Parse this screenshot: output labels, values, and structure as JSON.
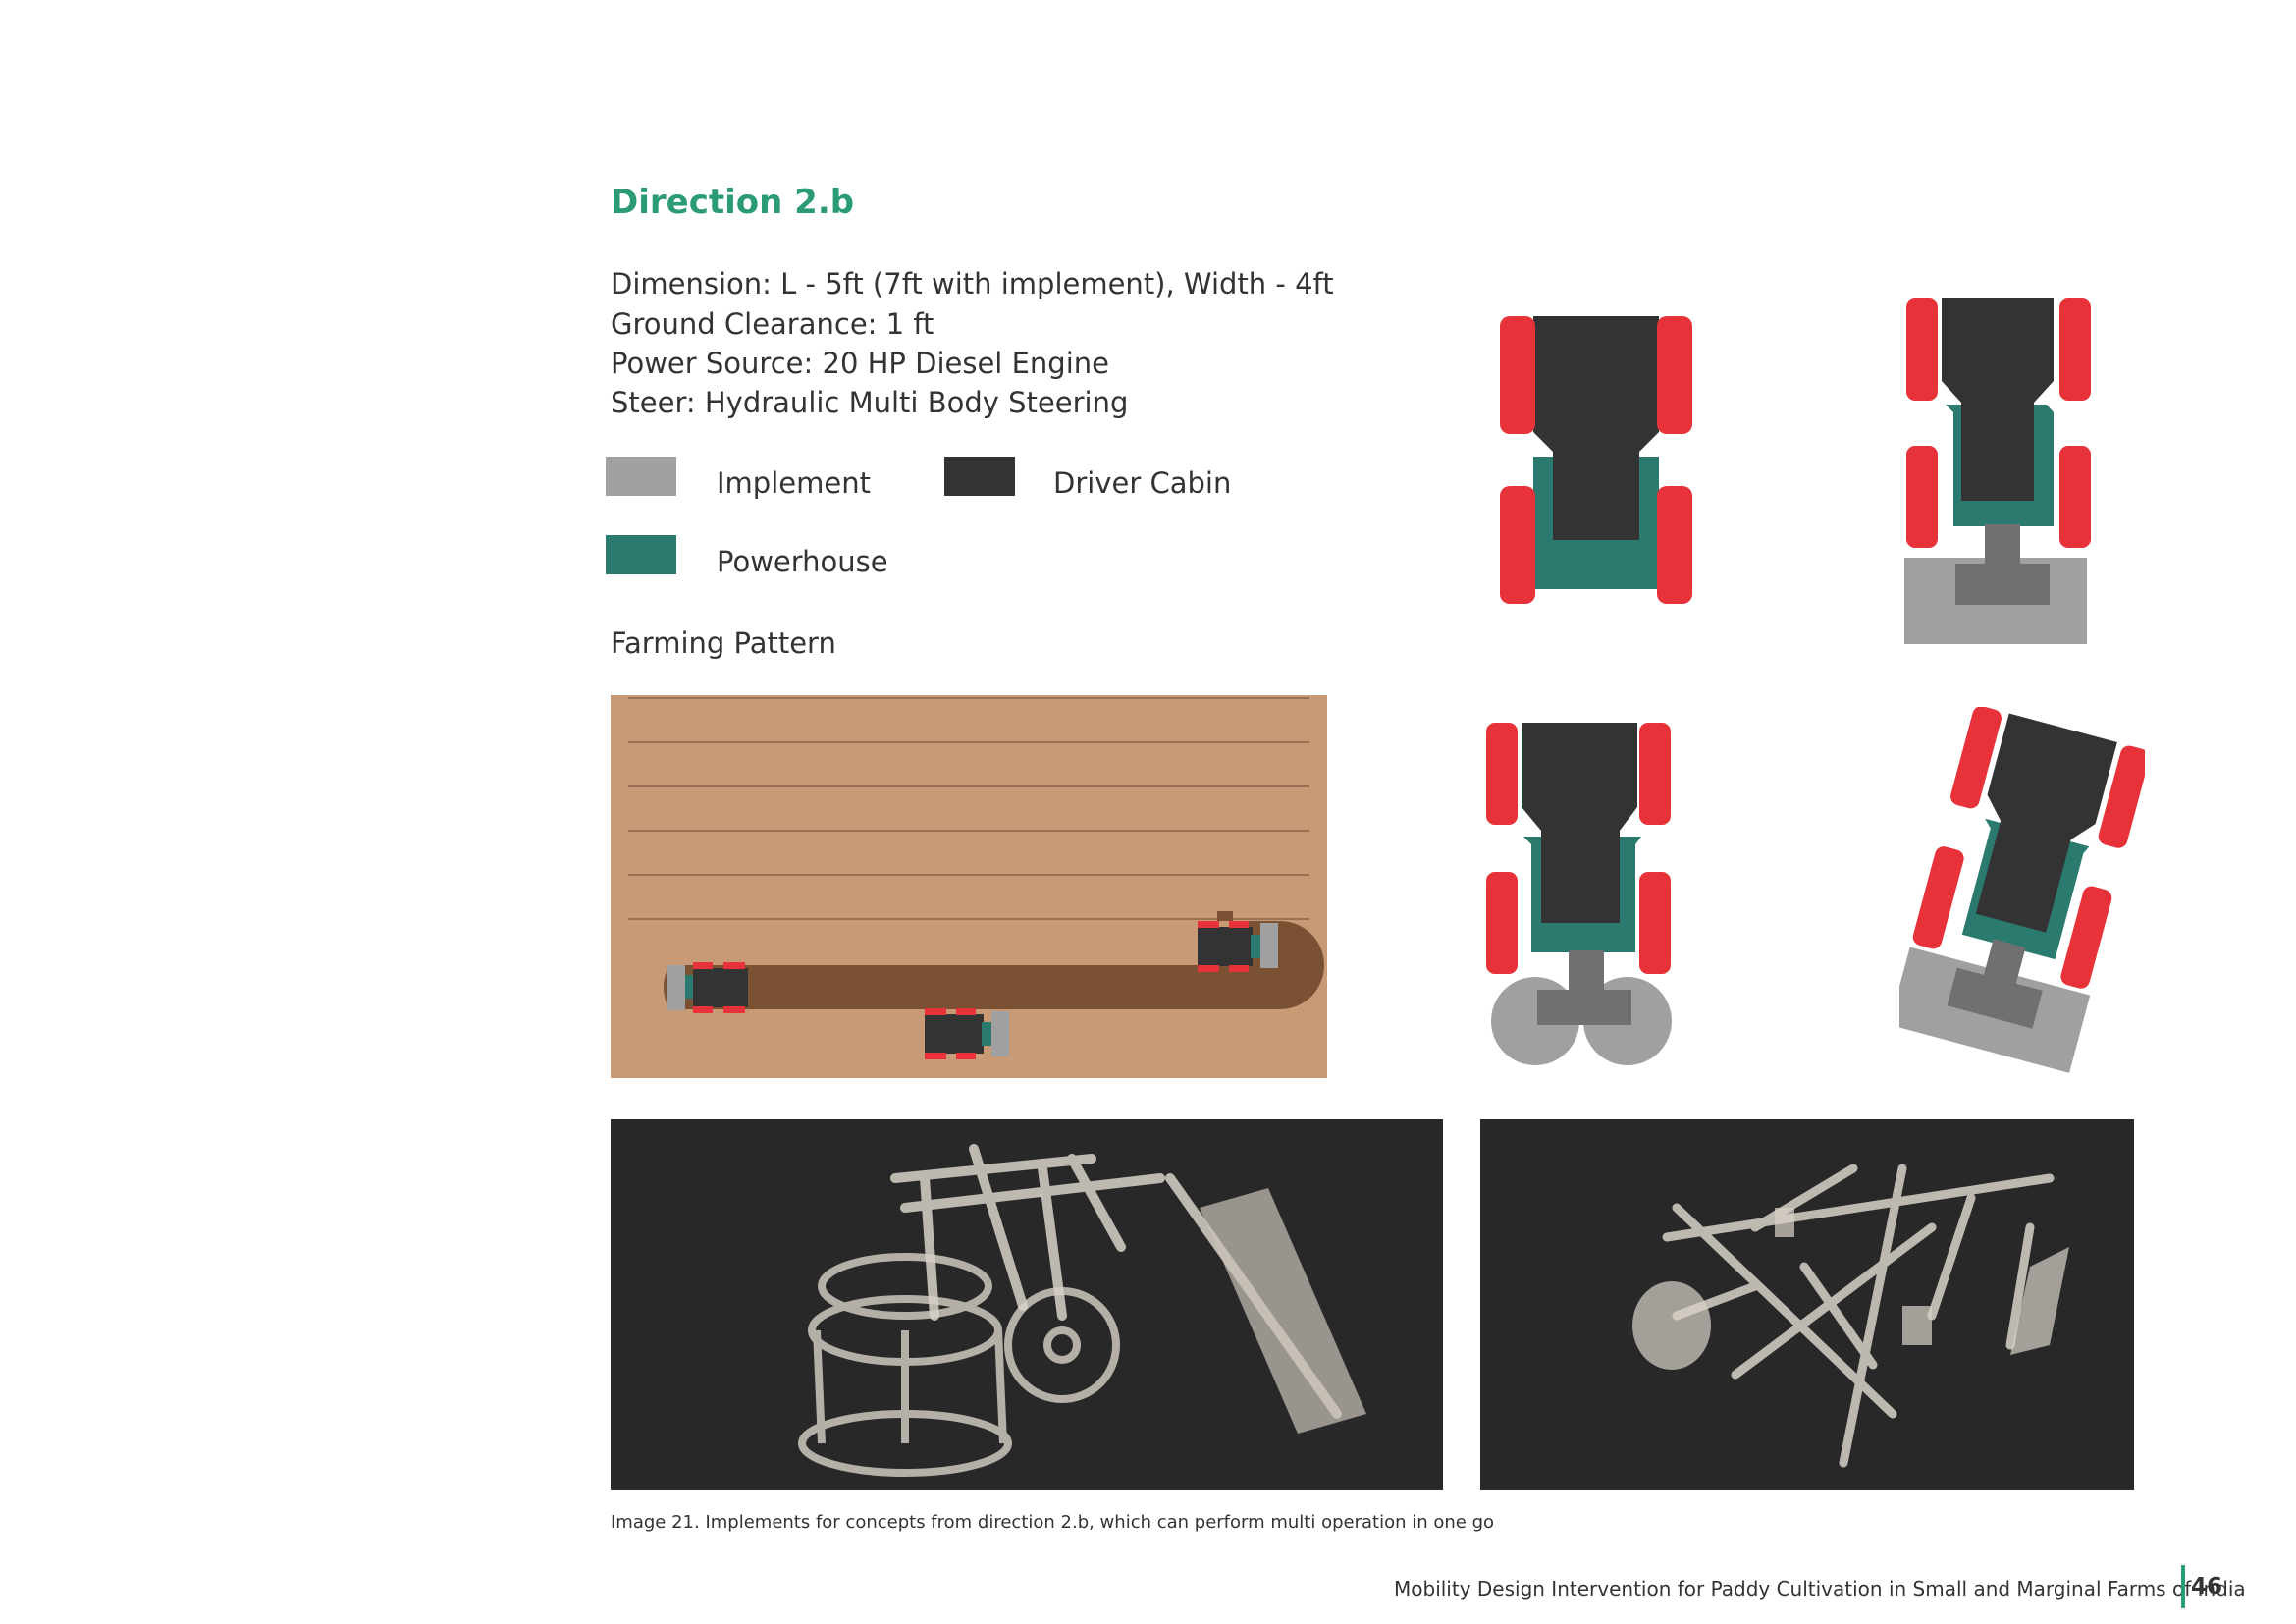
{
  "heading": "Direction 2.b",
  "specs": [
    "Dimension: L - 5ft (7ft with implement), Width - 4ft",
    "Ground Clearance: 1 ft",
    "Power Source: 20 HP Diesel Engine",
    "Steer: Hydraulic Multi Body Steering"
  ],
  "legend": {
    "implement": {
      "label": "Implement",
      "color": "#a0a0a0"
    },
    "driver_cabin": {
      "label": "Driver Cabin",
      "color": "#333333"
    },
    "powerhouse": {
      "label": "Powerhouse",
      "color": "#2a7a70"
    }
  },
  "colors": {
    "wheel": "#e8323a",
    "field_light": "#c99a76",
    "field_dark": "#7a5233",
    "accent": "#2b9b77"
  },
  "farming_pattern_label": "Farming Pattern",
  "caption": "Image 21. Implements for concepts from direction 2.b, which can perform multi operation in one go",
  "footer": {
    "title": "Mobility Design Intervention for Paddy Cultivation in Small and Marginal Farms of India",
    "page_number": "46"
  }
}
